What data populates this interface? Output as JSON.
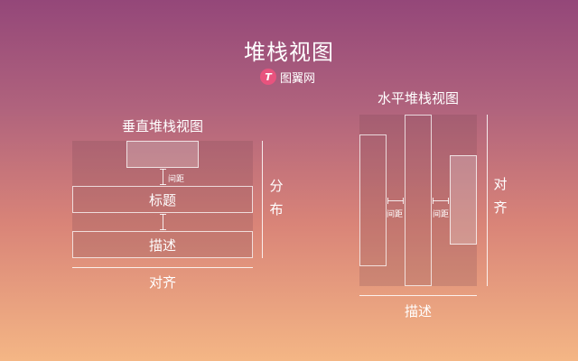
{
  "page": {
    "title": "堆栈视图",
    "logo_letter": "T",
    "logo_text": "图翼网"
  },
  "vertical": {
    "heading": "垂直堆栈视图",
    "spacing_label": "间距",
    "item_title": "标题",
    "item_desc": "描述",
    "bottom_label": "对齐",
    "side_label_1": "分",
    "side_label_2": "布"
  },
  "horizontal": {
    "heading": "水平堆栈视图",
    "spacing_label_1": "间距",
    "spacing_label_2": "间距",
    "bottom_label": "描述",
    "side_label_1": "对",
    "side_label_2": "齐"
  }
}
